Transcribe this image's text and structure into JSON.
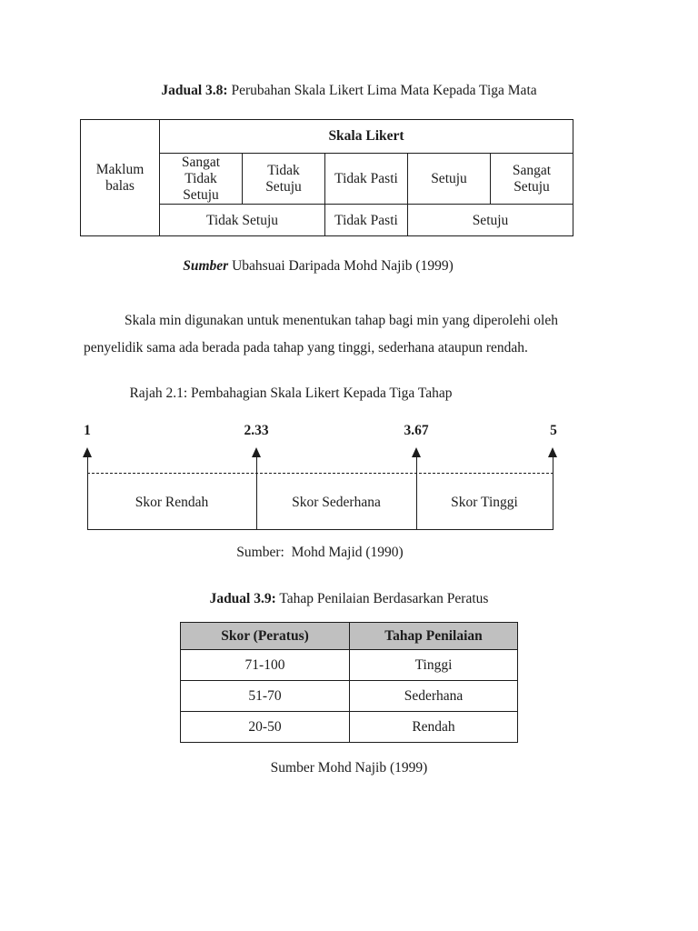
{
  "jadual38": {
    "caption_bold": "Jadual 3.8:",
    "caption_rest": " Perubahan Skala Likert Lima Mata Kepada Tiga Mata",
    "corner": "Maklum\nbalas",
    "group_header": "Skala Likert",
    "scale5": [
      "Sangat\nTidak\nSetuju",
      "Tidak\nSetuju",
      "Tidak Pasti",
      "Setuju",
      "Sangat\nSetuju"
    ],
    "scale3": [
      "Tidak Setuju",
      "Tidak Pasti",
      "Setuju"
    ],
    "source_label": "Sumber",
    "source_rest": " Ubahsuai Daripada Mohd Najib (1999)"
  },
  "paragraph": {
    "line1": "Skala min digunakan untuk menentukan tahap bagi min yang diperolehi oleh",
    "line2": "penyelidik sama ada berada pada tahap yang tinggi, sederhana ataupun rendah."
  },
  "rajah21": {
    "caption": "Rajah 2.1: Pembahagian Skala Likert Kepada Tiga Tahap",
    "ticks": [
      "1",
      "2.33",
      "3.67",
      "5"
    ],
    "sections": [
      "Skor Rendah",
      "Skor Sederhana",
      "Skor Tinggi"
    ],
    "source": "Sumber:  Mohd Majid (1990)"
  },
  "jadual39": {
    "caption_bold": "Jadual 3.9:",
    "caption_rest": " Tahap Penilaian Berdasarkan Peratus",
    "headers": [
      "Skor (Peratus)",
      "Tahap Penilaian"
    ],
    "rows": [
      [
        "71-100",
        "Tinggi"
      ],
      [
        "51-70",
        "Sederhana"
      ],
      [
        "20-50",
        "Rendah"
      ]
    ],
    "source": "Sumber Mohd Najib (1999)"
  },
  "colors": {
    "table_header_bg": "#c0c0c0",
    "ink": "#1c1c1c",
    "page_bg": "#ffffff"
  }
}
